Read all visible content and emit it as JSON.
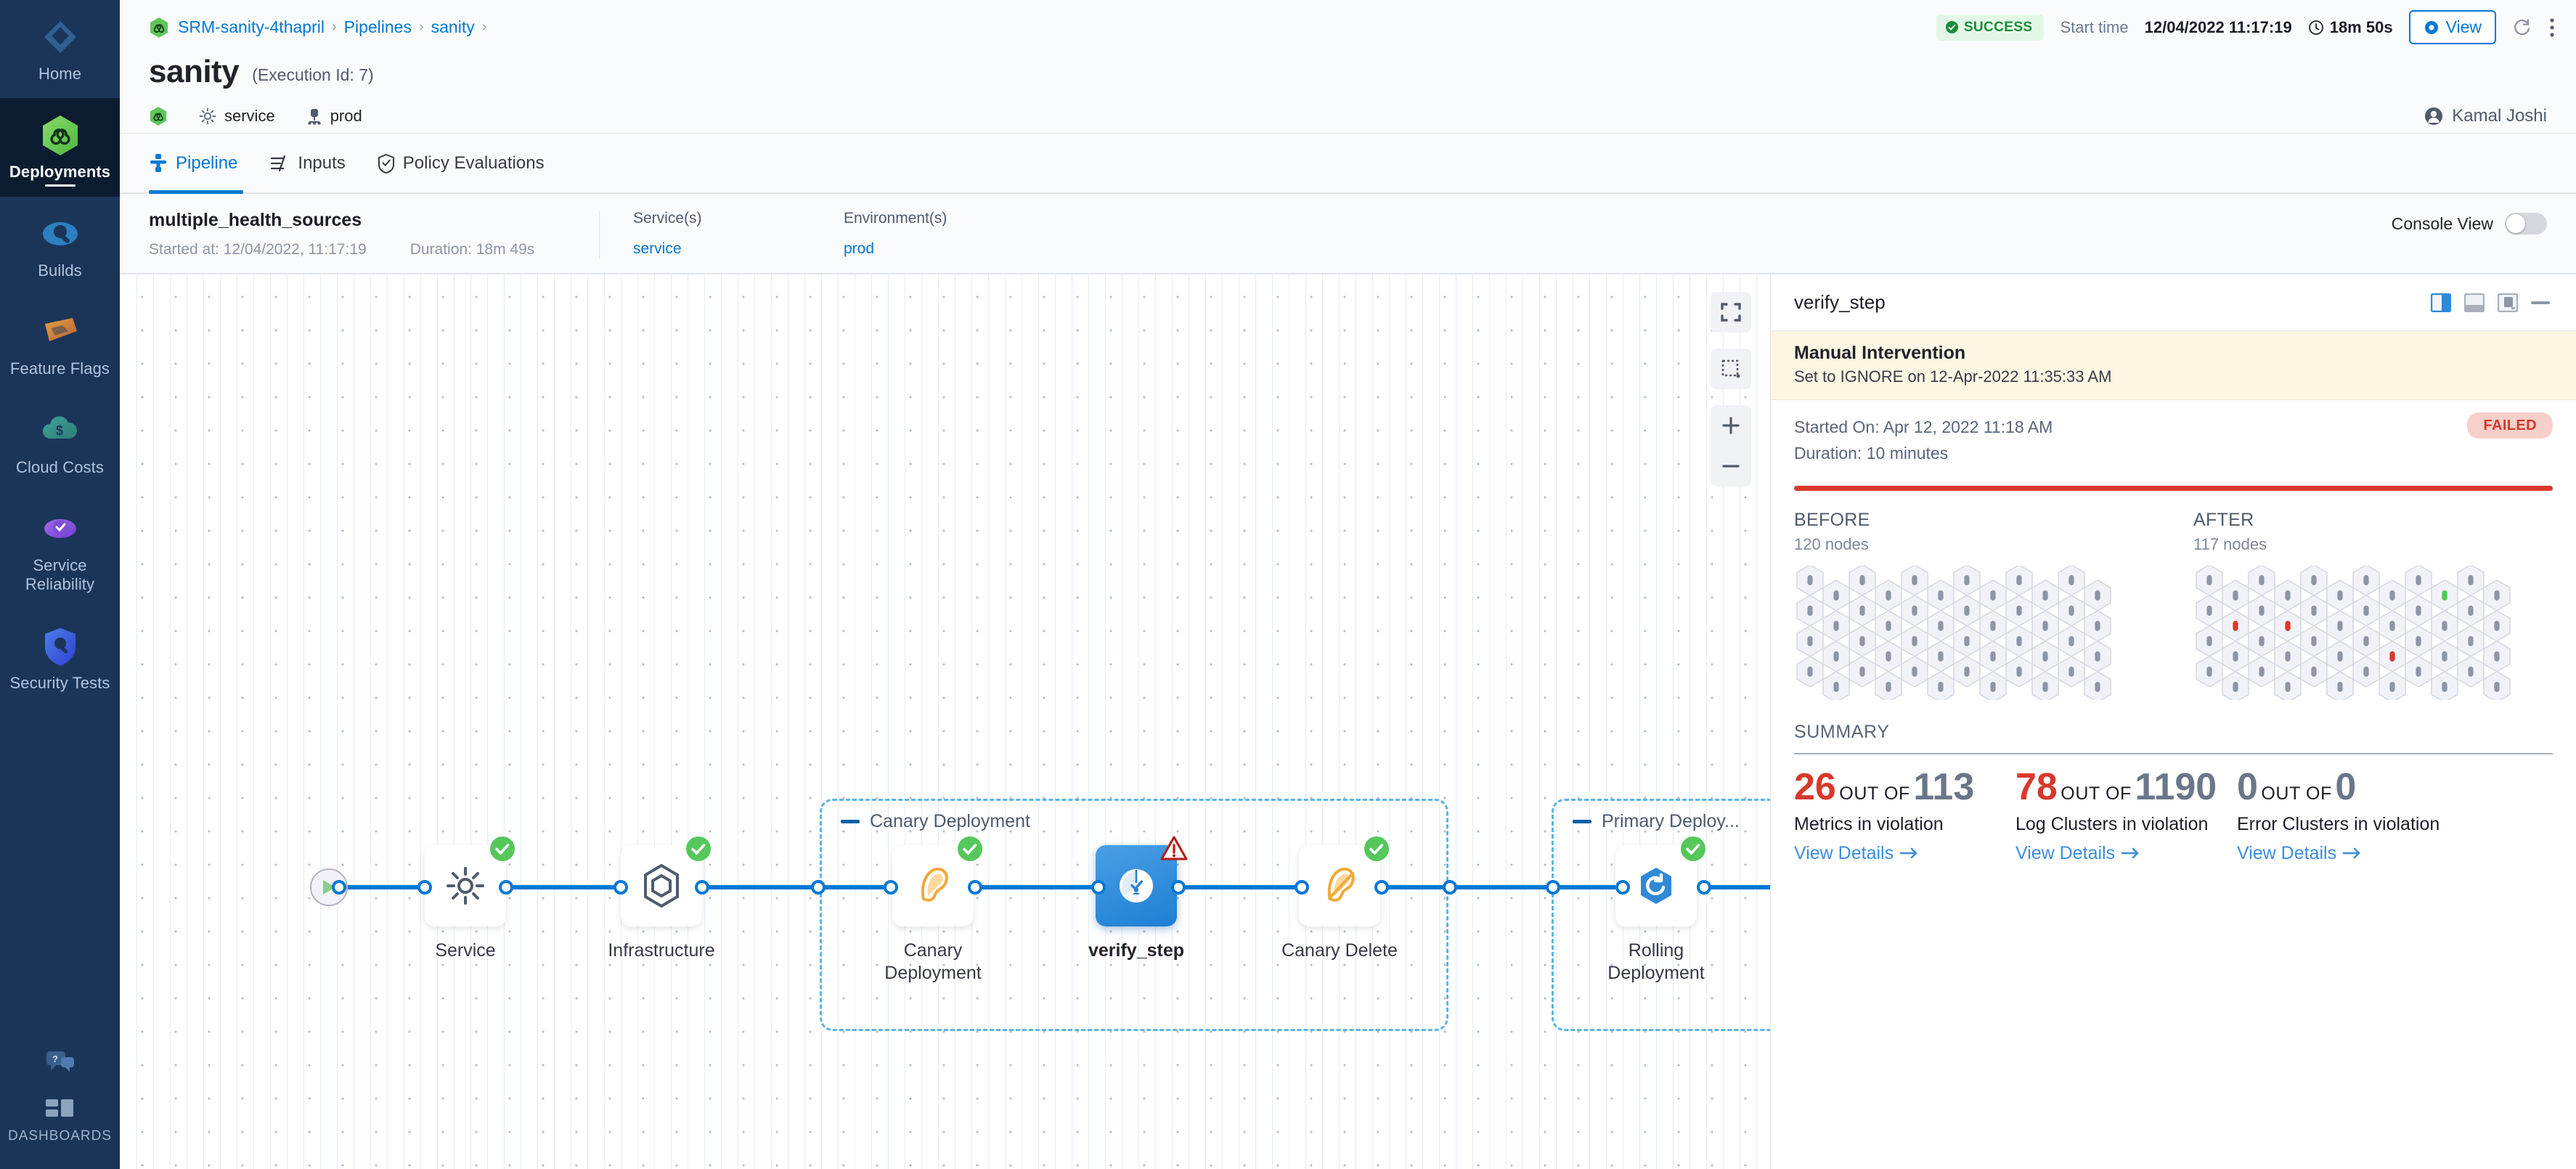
{
  "sidebar": {
    "items": [
      {
        "label": "Home",
        "icon": "home-diamond-icon",
        "active": false
      },
      {
        "label": "Deployments",
        "icon": "deployments-hexagon-icon",
        "active": true
      },
      {
        "label": "Builds",
        "icon": "builds-icon",
        "active": false
      },
      {
        "label": "Feature Flags",
        "icon": "feature-flags-icon",
        "active": false
      },
      {
        "label": "Cloud Costs",
        "icon": "cloud-costs-icon",
        "active": false
      },
      {
        "label": "Service Reliability",
        "icon": "service-reliability-icon",
        "active": false
      },
      {
        "label": "Security Tests",
        "icon": "security-tests-shield-icon",
        "active": false
      }
    ],
    "help_icon": "help-chat-icon",
    "dashboards_label": "DASHBOARDS",
    "dashboards_icon": "dashboards-grid-icon"
  },
  "breadcrumb": {
    "project_icon": "harness-hexagon-icon",
    "items": [
      "SRM-sanity-4thapril",
      "Pipelines",
      "sanity"
    ],
    "separator": "›"
  },
  "topbar": {
    "status_badge": "SUCCESS",
    "status_icon": "check-circle-icon",
    "start_time_label": "Start time",
    "start_time_value": "12/04/2022 11:17:19",
    "duration_icon": "clock-icon",
    "duration_value": "18m 50s",
    "view_button": "View",
    "view_icon": "eye-icon",
    "refresh_icon": "refresh-icon",
    "more_icon": "more-vertical-icon"
  },
  "header": {
    "title": "sanity",
    "execution_id": "(Execution Id: 7)",
    "pipeline_icon": "harness-hexagon-icon",
    "service_icon": "gear-icon",
    "service_name": "service",
    "environment_icon": "environment-icon",
    "environment_name": "prod",
    "user_icon": "user-avatar-icon",
    "user_name": "Kamal Joshi"
  },
  "tabs": [
    {
      "label": "Pipeline",
      "icon": "pipeline-icon",
      "active": true
    },
    {
      "label": "Inputs",
      "icon": "inputs-icon",
      "active": false
    },
    {
      "label": "Policy Evaluations",
      "icon": "policy-shield-icon",
      "active": false
    }
  ],
  "console_view": {
    "label": "Console View",
    "enabled": false
  },
  "execution_summary": {
    "stage_name": "multiple_health_sources",
    "started_at": "Started at: 12/04/2022, 11:17:19",
    "duration": "Duration: 18m 49s",
    "services_header": "Service(s)",
    "services_value": "service",
    "environments_header": "Environment(s)",
    "environments_value": "prod"
  },
  "canvas": {
    "tools": [
      {
        "name": "fit-to-screen-icon"
      },
      {
        "name": "select-area-icon"
      },
      {
        "name": "zoom-in-icon"
      },
      {
        "name": "zoom-out-icon"
      }
    ],
    "start_icon": "play-icon",
    "end_icon": "stop-icon",
    "groups": [
      {
        "label": "Canary Deployment"
      },
      {
        "label": "Primary Deploy..."
      }
    ],
    "nodes": [
      {
        "label": "Service",
        "icon": "gear-icon",
        "status": "success",
        "selected": false
      },
      {
        "label": "Infrastructure",
        "icon": "infrastructure-hexagon-icon",
        "status": "success",
        "selected": false
      },
      {
        "label": "Canary Deployment",
        "icon": "canary-bird-icon",
        "status": "success",
        "selected": false
      },
      {
        "label": "verify_step",
        "icon": "verify-icon",
        "status": "warning",
        "selected": true
      },
      {
        "label": "Canary Delete",
        "icon": "canary-delete-icon",
        "status": "success",
        "selected": false
      },
      {
        "label": "Rolling Deployment",
        "icon": "rolling-deployment-icon",
        "status": "success",
        "selected": false
      }
    ]
  },
  "details_panel": {
    "title": "verify_step",
    "layout_icons": [
      "panel-right-icon",
      "panel-bottom-icon",
      "panel-float-icon"
    ],
    "minimize_icon": "minimize-icon",
    "banner": {
      "title": "Manual Intervention",
      "subtitle": "Set to IGNORE on 12-Apr-2022 11:35:33 AM"
    },
    "started_on": "Started On: Apr 12, 2022 11:18 AM",
    "duration": "Duration: 10 minutes",
    "status_badge": "FAILED",
    "before": {
      "header": "BEFORE",
      "nodes": "120 nodes"
    },
    "after": {
      "header": "AFTER",
      "nodes": "117 nodes"
    },
    "summary_header": "SUMMARY",
    "summary_items": [
      {
        "violations": "26",
        "out_of_label": "OUT OF",
        "total": "113",
        "caption": "Metrics in violation",
        "link": "View Details",
        "link_icon": "arrow-right-icon"
      },
      {
        "violations": "78",
        "out_of_label": "OUT OF",
        "total": "1190",
        "caption": "Log Clusters in violation",
        "link": "View Details",
        "link_icon": "arrow-right-icon"
      },
      {
        "violations": "0",
        "out_of_label": "OUT OF",
        "total": "0",
        "caption": "Error Clusters in violation",
        "link": "View Details",
        "link_icon": "arrow-right-icon"
      }
    ]
  },
  "colors": {
    "accent_blue": "#0278d5",
    "success_green": "#4dc952",
    "danger_red": "#d9382b",
    "sidebar_bg": "#1b3559",
    "warning_bg": "#fdf6e3"
  }
}
